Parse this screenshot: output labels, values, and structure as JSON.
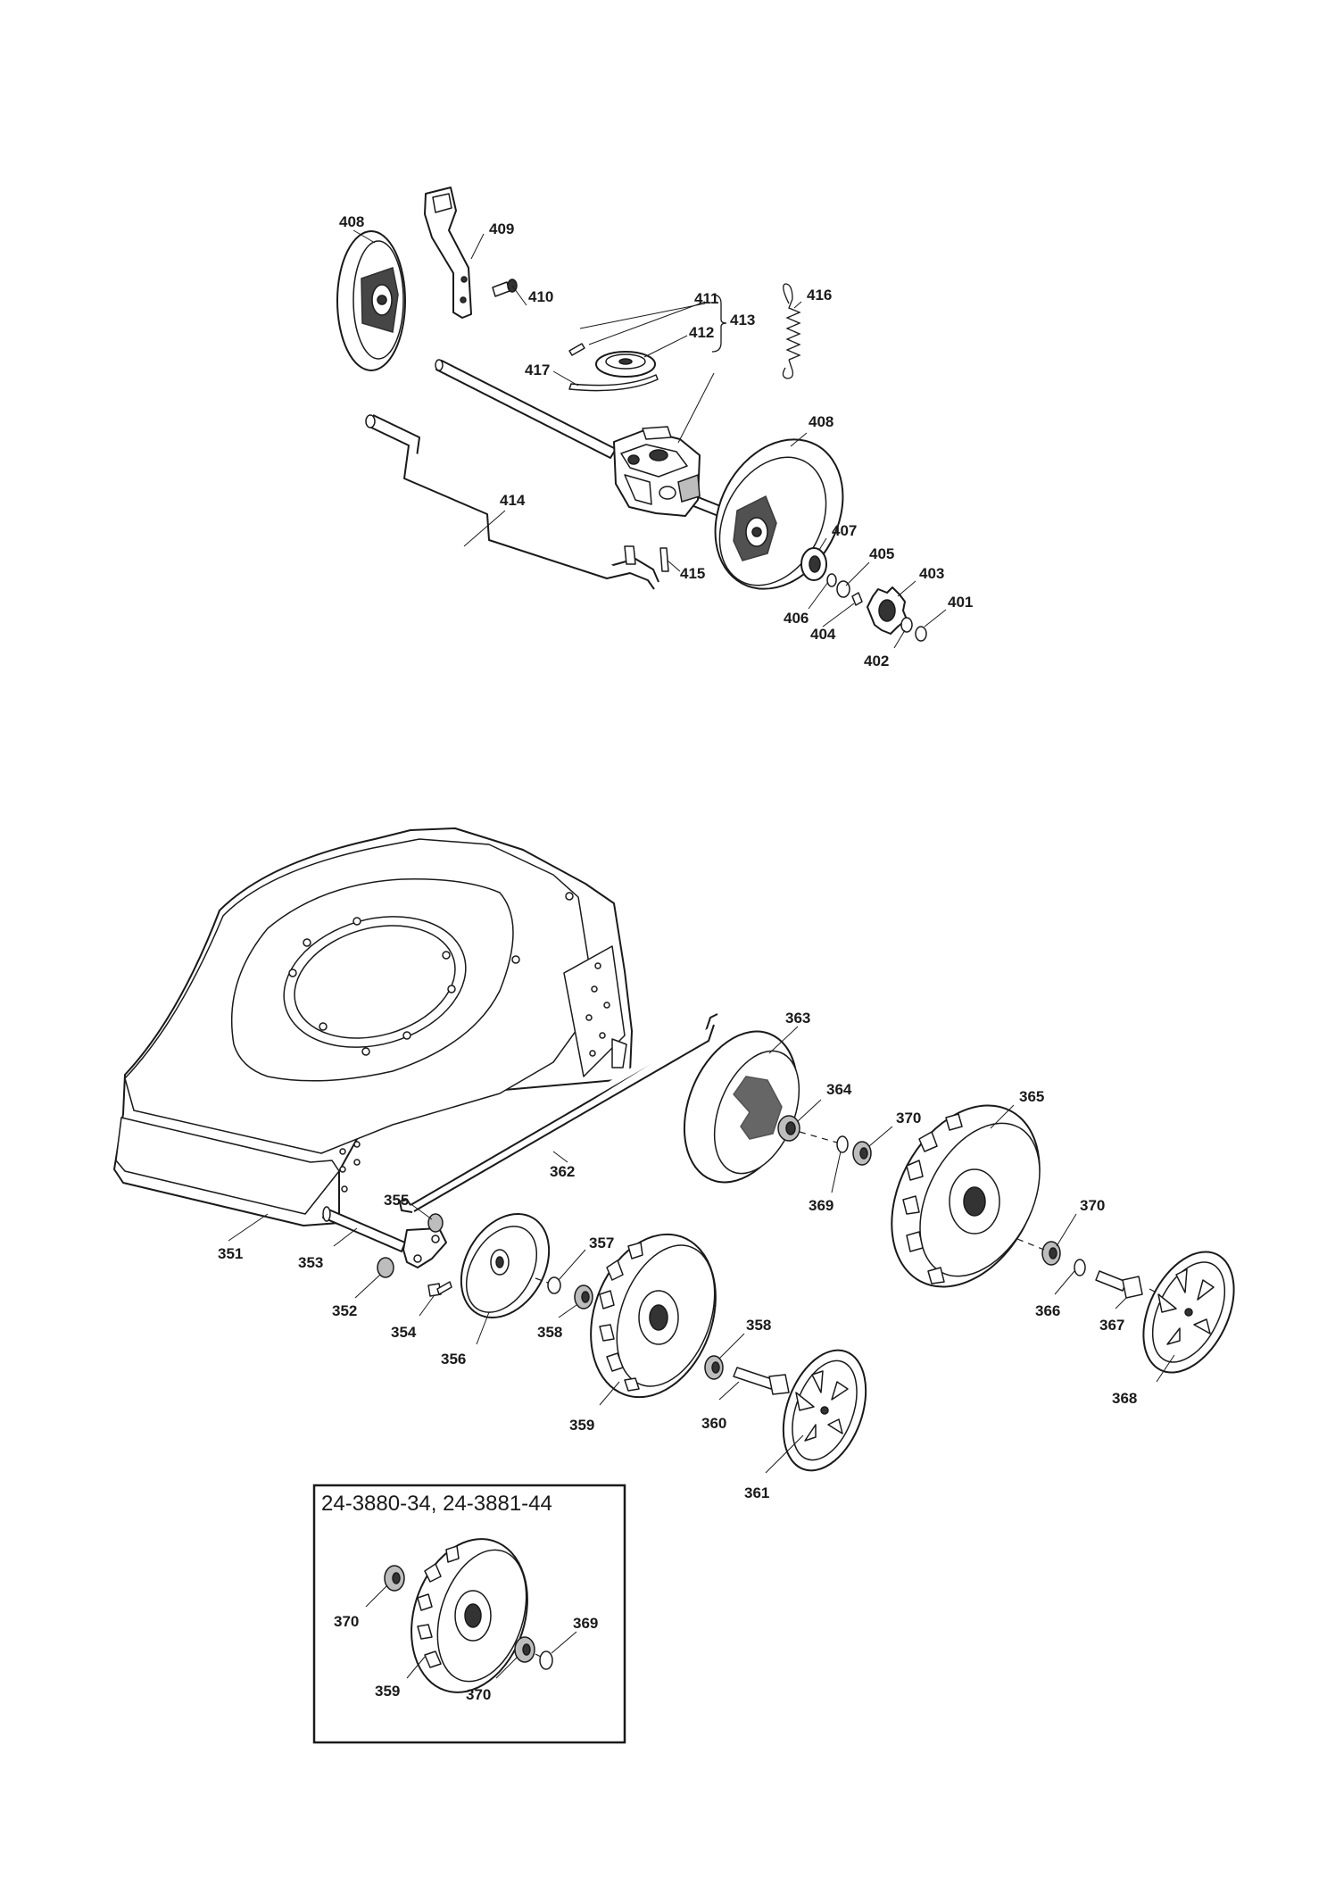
{
  "inset": {
    "title": "24-3880-34, 24-3881-44"
  },
  "labels": {
    "l408a": "408",
    "l409": "409",
    "l410": "410",
    "l411": "411",
    "l412": "412",
    "l413": "413",
    "l416": "416",
    "l417": "417",
    "l408b": "408",
    "l414": "414",
    "l407": "407",
    "l405": "405",
    "l403": "403",
    "l401": "401",
    "l415": "415",
    "l406": "406",
    "l404": "404",
    "l402": "402",
    "l363": "363",
    "l364": "364",
    "l370a": "370",
    "l365": "365",
    "l362": "362",
    "l369a": "369",
    "l370b": "370",
    "l355": "355",
    "l357": "357",
    "l351": "351",
    "l353": "353",
    "l352": "352",
    "l354": "354",
    "l356": "356",
    "l358a": "358",
    "l358b": "358",
    "l366": "366",
    "l367": "367",
    "l368": "368",
    "l359a": "359",
    "l360": "360",
    "l361": "361",
    "l370c": "370",
    "l369b": "369",
    "l359b": "359",
    "l370d": "370"
  }
}
